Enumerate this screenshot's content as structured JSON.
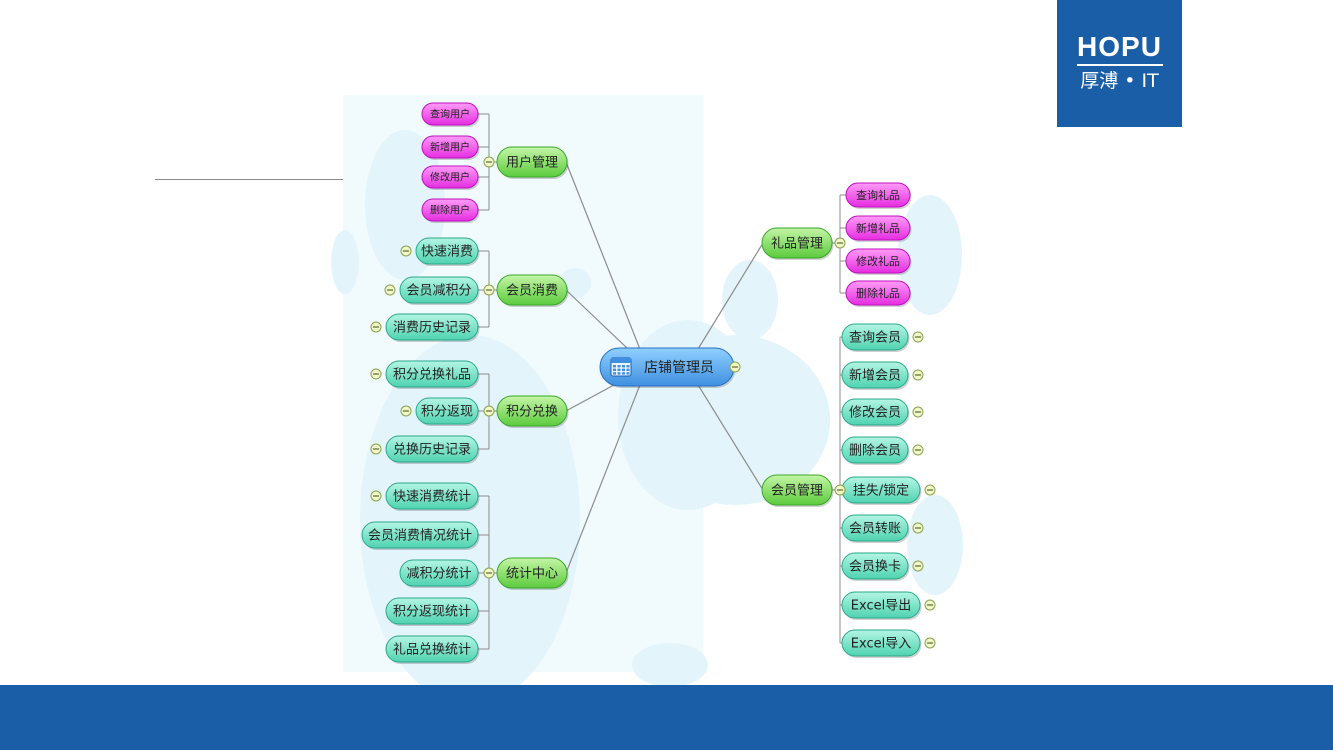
{
  "logo": {
    "brand": "HOPU",
    "sub": "厚溥 • IT"
  },
  "diagram": {
    "root": "店铺管理员",
    "branches": [
      {
        "label": "用户管理",
        "children": [
          "查询用户",
          "新增用户",
          "修改用户",
          "删除用户"
        ]
      },
      {
        "label": "会员消费",
        "children": [
          "快速消费",
          "会员减积分",
          "消费历史记录"
        ]
      },
      {
        "label": "积分兑换",
        "children": [
          "积分兑换礼品",
          "积分返现",
          "兑换历史记录"
        ]
      },
      {
        "label": "统计中心",
        "children": [
          "快速消费统计",
          "会员消费情况统计",
          "减积分统计",
          "积分返现统计",
          "礼品兑换统计"
        ]
      },
      {
        "label": "礼品管理",
        "children": [
          "查询礼品",
          "新增礼品",
          "修改礼品",
          "删除礼品"
        ]
      },
      {
        "label": "会员管理",
        "children": [
          "查询会员",
          "新增会员",
          "修改会员",
          "删除会员",
          "挂失/锁定",
          "会员转账",
          "会员换卡",
          "Excel导出",
          "Excel导入"
        ]
      }
    ]
  },
  "colors": {
    "root_top": "#8fd0ff",
    "root_bottom": "#3f8fe0",
    "branch_top": "#c4f5a6",
    "branch_bottom": "#5ccb3d",
    "leaf_top": "#b3f5e4",
    "leaf_bottom": "#4fd3b0",
    "pink_top": "#ff9cf7",
    "pink_bottom": "#e52de0",
    "footer": "#1b5ea8"
  }
}
